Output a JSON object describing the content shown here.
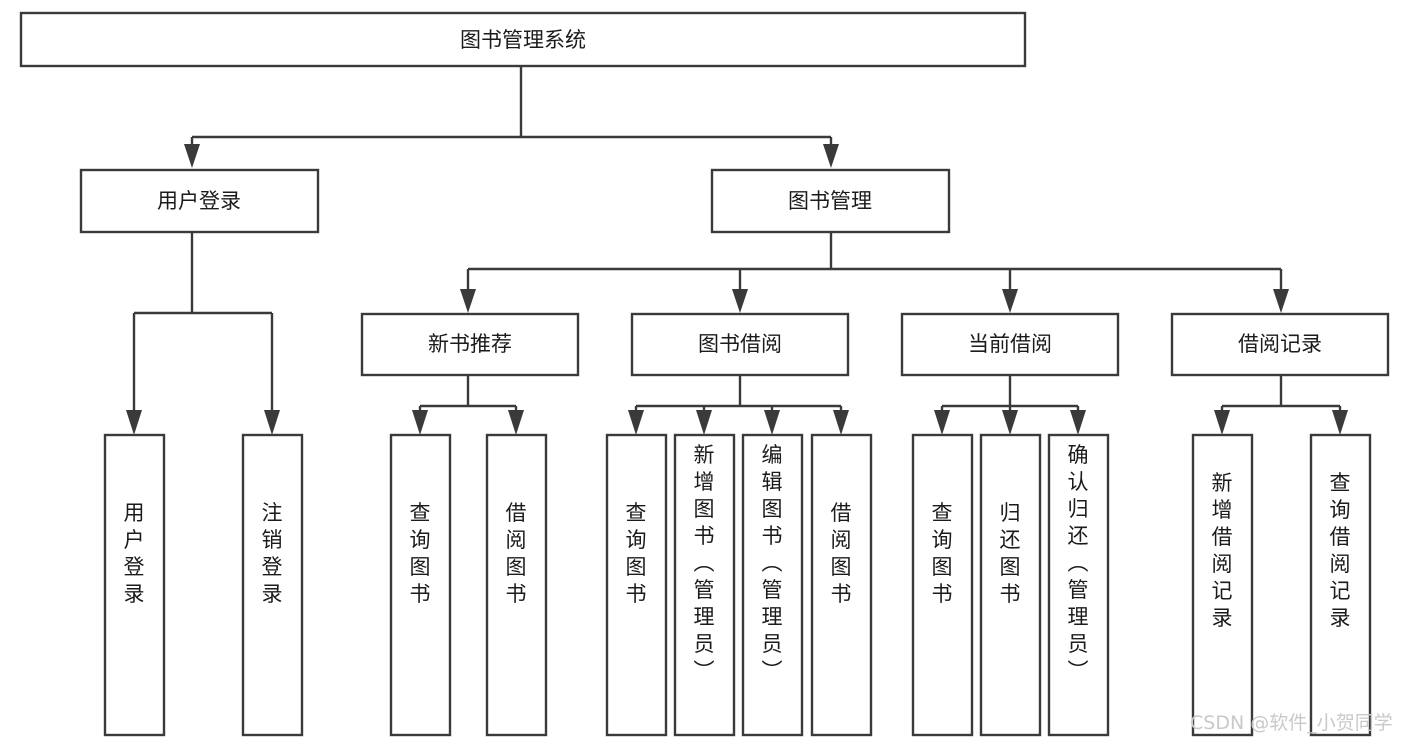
{
  "diagram": {
    "title": "图书管理系统",
    "type": "tree-hierarchy-chart",
    "root": {
      "id": "root",
      "label": "图书管理系统"
    },
    "level2": [
      {
        "id": "user-login",
        "label": "用户登录"
      },
      {
        "id": "book-management",
        "label": "图书管理"
      }
    ],
    "level3": [
      {
        "id": "new-book-recommend",
        "label": "新书推荐",
        "parent": "book-management"
      },
      {
        "id": "book-borrow",
        "label": "图书借阅",
        "parent": "book-management"
      },
      {
        "id": "current-borrow",
        "label": "当前借阅",
        "parent": "book-management"
      },
      {
        "id": "borrow-record",
        "label": "借阅记录",
        "parent": "book-management"
      }
    ],
    "leaves": {
      "user-login": [
        {
          "id": "leaf-user-login",
          "label": "用户登录"
        },
        {
          "id": "leaf-logout-login",
          "label": "注销登录"
        }
      ],
      "new-book-recommend": [
        {
          "id": "leaf-query-book-1",
          "label": "查询图书"
        },
        {
          "id": "leaf-borrow-book-1",
          "label": "借阅图书"
        }
      ],
      "book-borrow": [
        {
          "id": "leaf-query-book-2",
          "label": "查询图书"
        },
        {
          "id": "leaf-add-book",
          "label": "新增图书（管理员）"
        },
        {
          "id": "leaf-edit-book",
          "label": "编辑图书（管理员）"
        },
        {
          "id": "leaf-borrow-book-2",
          "label": "借阅图书"
        }
      ],
      "current-borrow": [
        {
          "id": "leaf-query-book-3",
          "label": "查询图书"
        },
        {
          "id": "leaf-return-book",
          "label": "归还图书"
        },
        {
          "id": "leaf-confirm-return",
          "label": "确认归还（管理员）"
        }
      ],
      "borrow-record": [
        {
          "id": "leaf-add-record",
          "label": "新增借阅记录"
        },
        {
          "id": "leaf-query-record",
          "label": "查询借阅记录"
        }
      ]
    }
  },
  "watermark": {
    "text": "CSDN @软件_小贺同学"
  },
  "colors": {
    "box_stroke": "#3a3a3a",
    "box_fill": "#ffffff",
    "text": "#1b1b1b",
    "background": "#ffffff",
    "watermark": "#c9c9c9"
  }
}
